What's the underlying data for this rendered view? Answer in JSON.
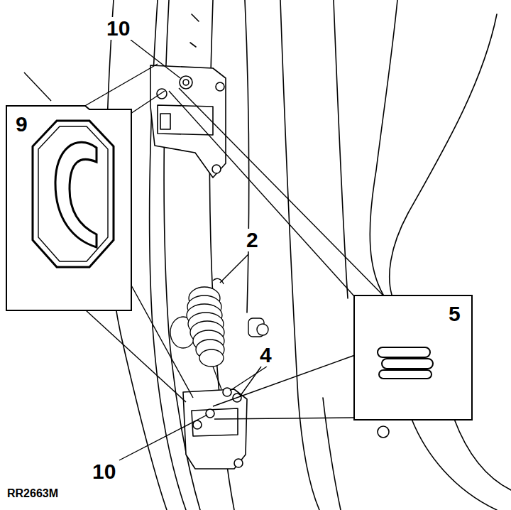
{
  "diagram": {
    "nodes": [
      {
        "text": [
          "9"
        ]
      },
      {
        "text": [
          "5"
        ]
      }
    ],
    "labels": [
      "10",
      "2",
      "4",
      "10",
      "RR2663M"
    ]
  }
}
